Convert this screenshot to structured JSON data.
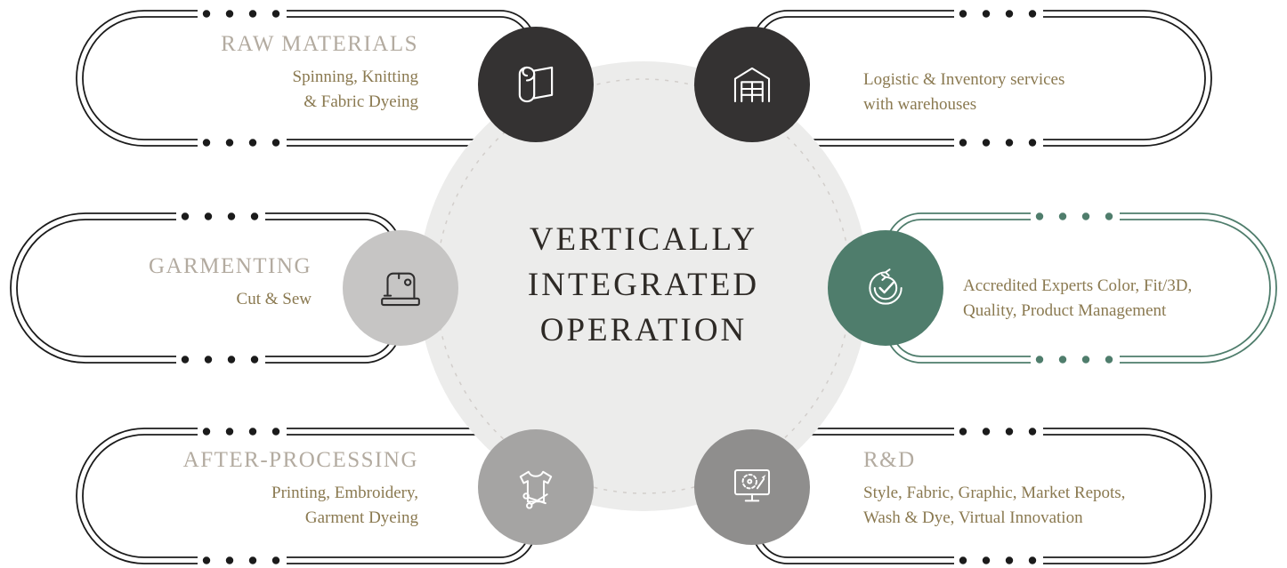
{
  "center": {
    "title_lines": [
      "VERTICALLY",
      "INTEGRATED",
      "OPERATION"
    ]
  },
  "sections": {
    "raw_materials": {
      "heading": "RAW MATERIALS",
      "lines": [
        "Spinning, Knitting",
        "& Fabric Dyeing"
      ]
    },
    "logistics": {
      "lines": [
        "Logistic & Inventory services",
        "with warehouses"
      ]
    },
    "garmenting": {
      "heading": "GARMENTING",
      "lines": [
        "Cut & Sew"
      ]
    },
    "experts": {
      "lines": [
        "Accredited Experts Color, Fit/3D,",
        "Quality, Product Management"
      ]
    },
    "after_processing": {
      "heading": "AFTER-PROCESSING",
      "lines": [
        "Printing, Embroidery,",
        "Garment Dyeing"
      ]
    },
    "rnd": {
      "heading": "R&D",
      "lines": [
        "Style, Fabric, Graphic, Market Repots,",
        "Wash & Dye, Virtual Innovation"
      ]
    }
  },
  "icons": {
    "raw_materials": "fabric-roll-icon",
    "logistics": "warehouse-icon",
    "garmenting": "sewing-machine-icon",
    "experts": "certified-check-icon",
    "after_processing": "shirt-scissors-icon",
    "rnd": "design-monitor-icon"
  },
  "colors": {
    "outline_dark": "#1b1b1b",
    "accent_teal": "#4f7d6c",
    "node_dark": "#343232",
    "node_light_gray": "#c6c5c4",
    "node_mid_gray": "#a5a4a3",
    "node_gray": "#8f8e8d",
    "heading_gray": "#b3aba0",
    "body_olive": "#8a7950",
    "title_dark": "#2e2a26",
    "circle_fill": "#ececeb"
  }
}
